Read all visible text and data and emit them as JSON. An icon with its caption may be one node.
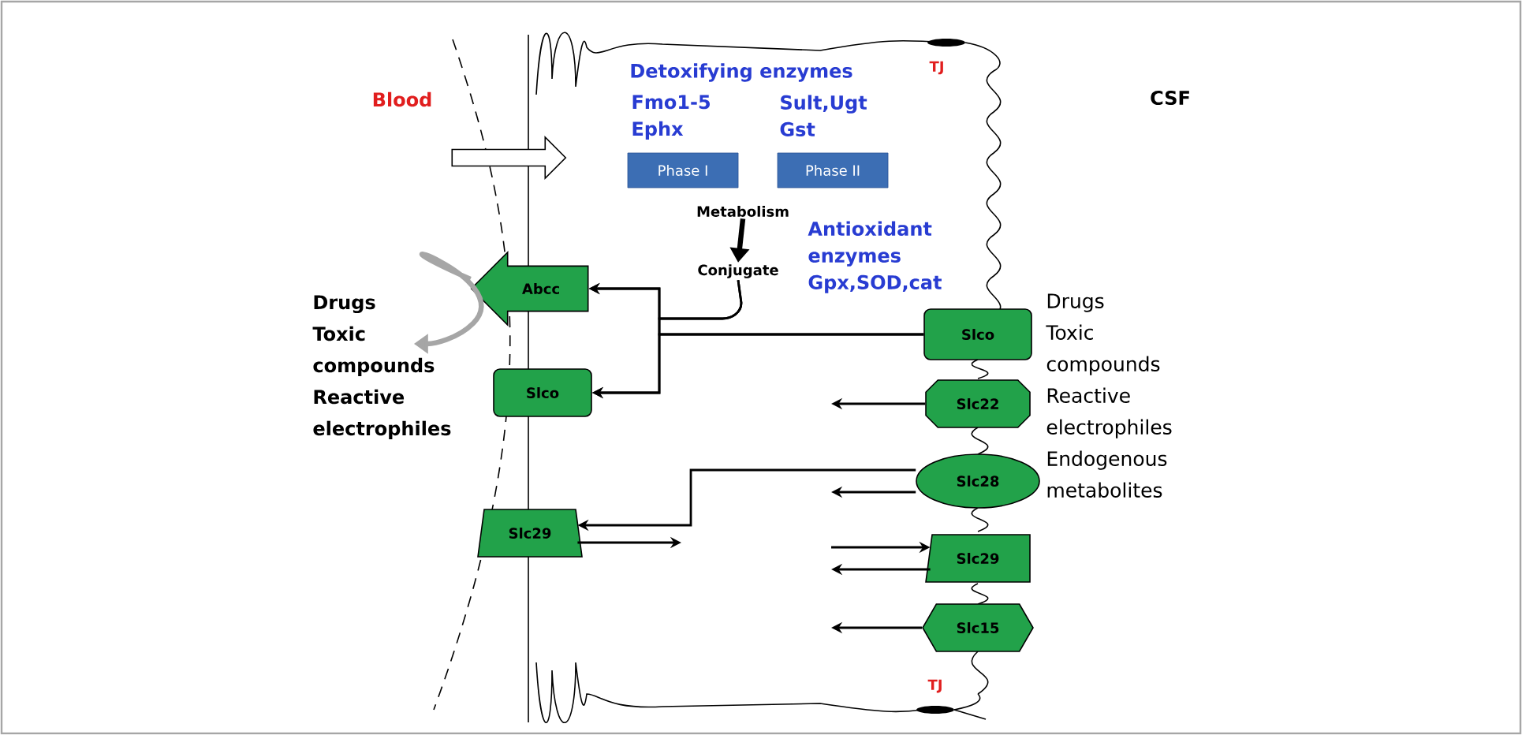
{
  "diagram": {
    "nodes": [
      {
        "text": [
          "Abcc"
        ]
      },
      {
        "text": [
          "Slco"
        ]
      },
      {
        "text": [
          "Slc29"
        ]
      },
      {
        "text": [
          "Slco"
        ]
      },
      {
        "text": [
          "Slc22"
        ]
      },
      {
        "text": [
          "Slc28"
        ]
      },
      {
        "text": [
          "Slc29"
        ]
      },
      {
        "text": [
          "Slc15"
        ]
      },
      {
        "text": [
          "Phase I"
        ]
      },
      {
        "text": [
          "Phase II"
        ]
      },
      {
        "text": [
          "Metabolism"
        ]
      },
      {
        "text": [
          "Conjugate"
        ]
      },
      {
        "text": [
          "Drugs Toxic compounds Reactive electrophiles"
        ]
      }
    ],
    "edges": [
      {
        "from": 10,
        "to": 11,
        "arrow": "to",
        "style": "thick"
      },
      {
        "from": 11,
        "to": 0,
        "arrow": "to"
      },
      {
        "from": 11,
        "to": 1,
        "arrow": "to"
      },
      {
        "from": 3,
        "to": 0,
        "arrow": "to"
      },
      {
        "from": 3,
        "to": 1,
        "arrow": "to"
      },
      {
        "from": 0,
        "to": 12,
        "arrow": "to",
        "style": "thick",
        "color": "#a6a6a6"
      },
      {
        "from": 5,
        "to": 2,
        "arrow": "to"
      },
      {
        "from": 2,
        "to": null,
        "arrow": "to"
      },
      {
        "from": 4,
        "to": null,
        "arrow": "to"
      },
      {
        "from": 5,
        "to": null,
        "arrow": "to"
      },
      {
        "from": null,
        "to": 6,
        "arrow": "to"
      },
      {
        "from": 6,
        "to": null,
        "arrow": "to"
      },
      {
        "from": 7,
        "to": null,
        "arrow": "to"
      }
    ],
    "labels": [
      "Detoxifying enzymes",
      "TJ",
      "Blood",
      "CSF",
      "Fmo1-5 Ephx",
      "Sult,Ugt Gst",
      "Antioxidant enzymes Gpx,SOD,cat",
      "Drugs Toxic compounds Reactive electrophiles Endogenous metabolites",
      "TJ"
    ]
  }
}
